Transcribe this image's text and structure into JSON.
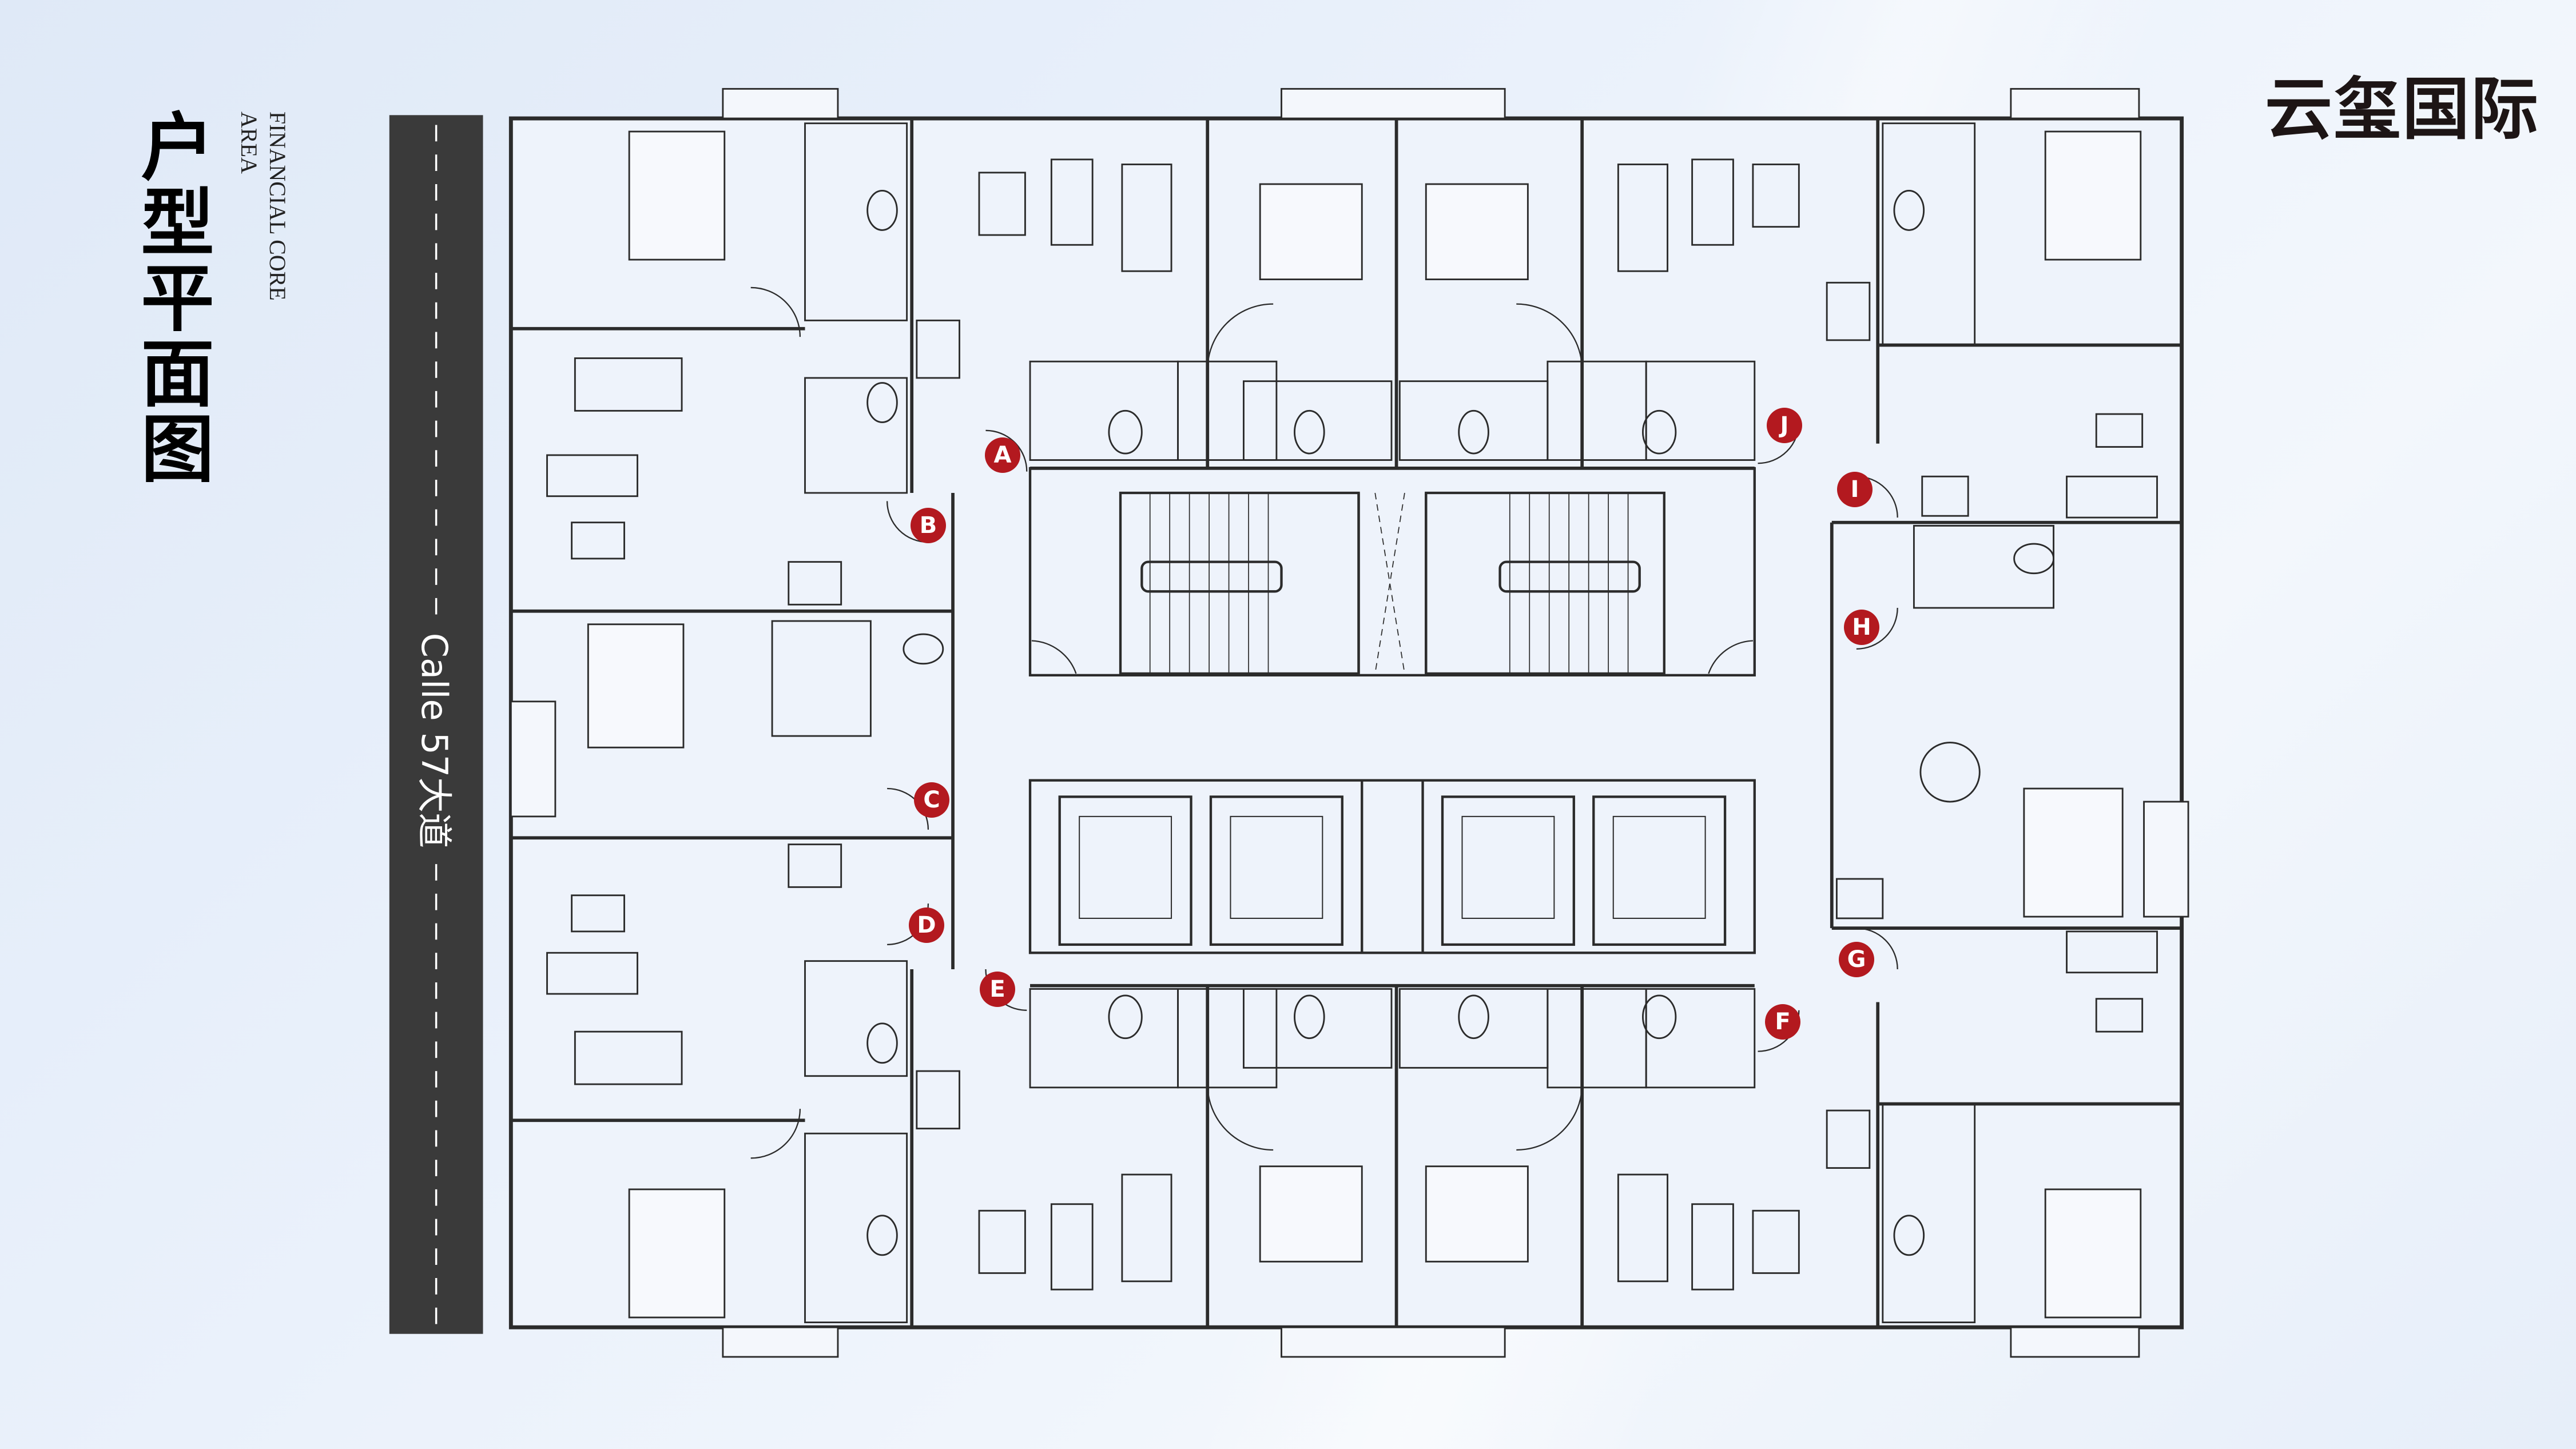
{
  "title": "户型平面图",
  "subtitle_line1": "FINANCIAL CORE",
  "subtitle_line2": "AREA",
  "brand": "云玺国际",
  "road_label": "Calle 57大道",
  "unit_markers": [
    "A",
    "B",
    "C",
    "D",
    "E",
    "F",
    "G",
    "H",
    "I",
    "J"
  ],
  "colors": {
    "marker": "#b3191f",
    "road": "#3a3a3a",
    "wall": "#2b2b2b",
    "room_fill": "#eef3fb"
  }
}
